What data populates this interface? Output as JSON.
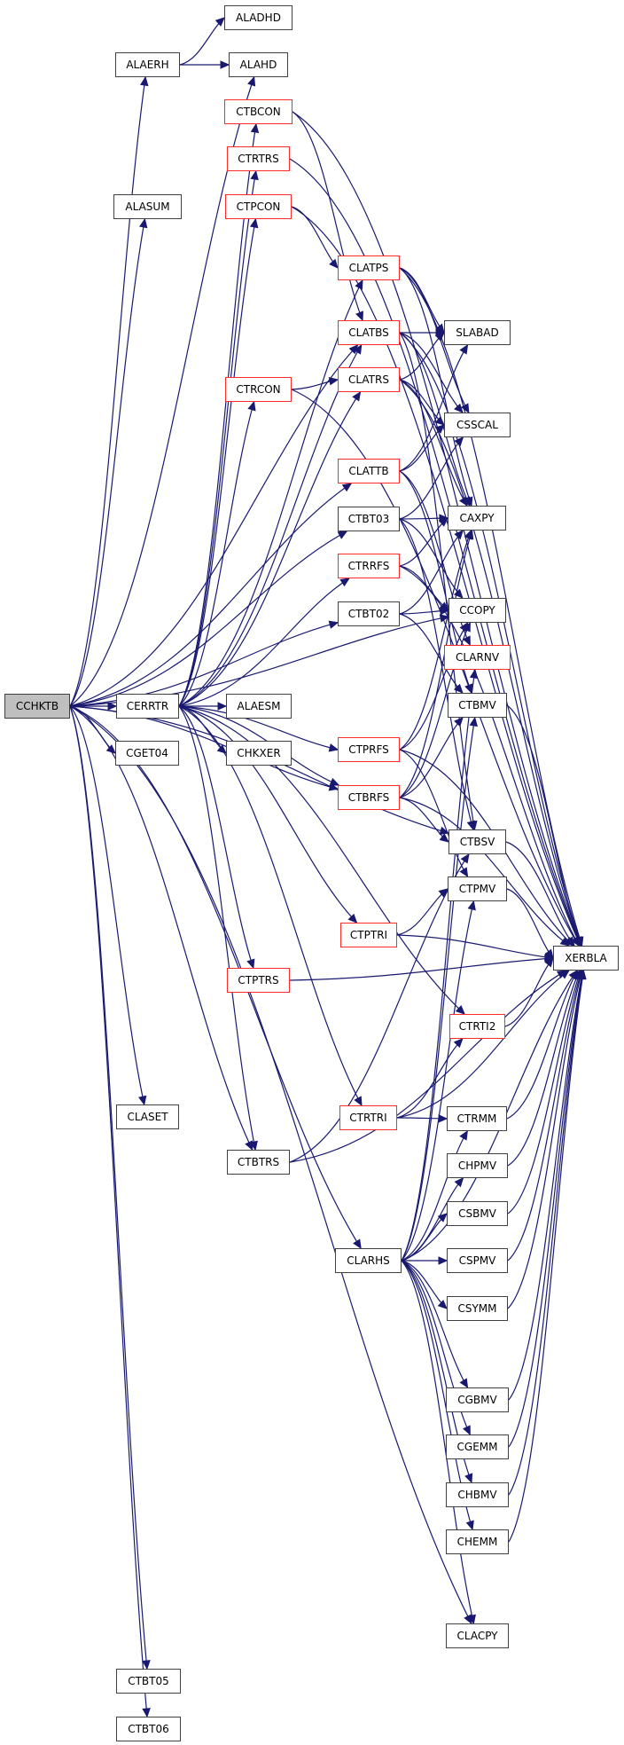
{
  "graph": {
    "title": "CCHKTB call graph",
    "root": "CCHKTB",
    "colors": {
      "edge": "#191970",
      "root_fill": "#bfbfbf",
      "node_border": "#404040",
      "linked_border": "#ff2a2a"
    },
    "nodes": [
      {
        "id": "CCHKTB",
        "label": "CCHKTB",
        "style": "root"
      },
      {
        "id": "ALAERH",
        "label": "ALAERH",
        "style": "normal"
      },
      {
        "id": "ALADHD",
        "label": "ALADHD",
        "style": "normal"
      },
      {
        "id": "ALAHD",
        "label": "ALAHD",
        "style": "normal"
      },
      {
        "id": "CTBCON",
        "label": "CTBCON",
        "style": "red"
      },
      {
        "id": "CTRTRS",
        "label": "CTRTRS",
        "style": "red"
      },
      {
        "id": "ALASUM",
        "label": "ALASUM",
        "style": "normal"
      },
      {
        "id": "CTPCON",
        "label": "CTPCON",
        "style": "red"
      },
      {
        "id": "CLATPS",
        "label": "CLATPS",
        "style": "red"
      },
      {
        "id": "CLATBS",
        "label": "CLATBS",
        "style": "red"
      },
      {
        "id": "SLABAD",
        "label": "SLABAD",
        "style": "normal"
      },
      {
        "id": "CLATRS",
        "label": "CLATRS",
        "style": "red"
      },
      {
        "id": "CTRCON",
        "label": "CTRCON",
        "style": "red"
      },
      {
        "id": "CSSCAL",
        "label": "CSSCAL",
        "style": "normal"
      },
      {
        "id": "CLATTB",
        "label": "CLATTB",
        "style": "red"
      },
      {
        "id": "CTBT03",
        "label": "CTBT03",
        "style": "normal"
      },
      {
        "id": "CAXPY",
        "label": "CAXPY",
        "style": "normal"
      },
      {
        "id": "CTRRFS",
        "label": "CTRRFS",
        "style": "red"
      },
      {
        "id": "CTBT02",
        "label": "CTBT02",
        "style": "normal"
      },
      {
        "id": "CCOPY",
        "label": "CCOPY",
        "style": "normal"
      },
      {
        "id": "CLARNV",
        "label": "CLARNV",
        "style": "red"
      },
      {
        "id": "CERRTR",
        "label": "CERRTR",
        "style": "normal"
      },
      {
        "id": "ALAESM",
        "label": "ALAESM",
        "style": "normal"
      },
      {
        "id": "CTBMV",
        "label": "CTBMV",
        "style": "normal"
      },
      {
        "id": "CGET04",
        "label": "CGET04",
        "style": "normal"
      },
      {
        "id": "CHKXER",
        "label": "CHKXER",
        "style": "normal"
      },
      {
        "id": "CTPRFS",
        "label": "CTPRFS",
        "style": "red"
      },
      {
        "id": "CTBRFS",
        "label": "CTBRFS",
        "style": "red"
      },
      {
        "id": "CTBSV",
        "label": "CTBSV",
        "style": "normal"
      },
      {
        "id": "CTPMV",
        "label": "CTPMV",
        "style": "normal"
      },
      {
        "id": "CTPTRI",
        "label": "CTPTRI",
        "style": "red"
      },
      {
        "id": "XERBLA",
        "label": "XERBLA",
        "style": "normal"
      },
      {
        "id": "CTPTRS",
        "label": "CTPTRS",
        "style": "red"
      },
      {
        "id": "CTRTI2",
        "label": "CTRTI2",
        "style": "red"
      },
      {
        "id": "CLASET",
        "label": "CLASET",
        "style": "normal"
      },
      {
        "id": "CTRTRI",
        "label": "CTRTRI",
        "style": "red"
      },
      {
        "id": "CTRMM",
        "label": "CTRMM",
        "style": "normal"
      },
      {
        "id": "CTBTRS",
        "label": "CTBTRS",
        "style": "normal"
      },
      {
        "id": "CHPMV",
        "label": "CHPMV",
        "style": "normal"
      },
      {
        "id": "CSBMV",
        "label": "CSBMV",
        "style": "normal"
      },
      {
        "id": "CLARHS",
        "label": "CLARHS",
        "style": "normal"
      },
      {
        "id": "CSPMV",
        "label": "CSPMV",
        "style": "normal"
      },
      {
        "id": "CSYMM",
        "label": "CSYMM",
        "style": "normal"
      },
      {
        "id": "CGBMV",
        "label": "CGBMV",
        "style": "normal"
      },
      {
        "id": "CGEMM",
        "label": "CGEMM",
        "style": "normal"
      },
      {
        "id": "CHBMV",
        "label": "CHBMV",
        "style": "normal"
      },
      {
        "id": "CHEMM",
        "label": "CHEMM",
        "style": "normal"
      },
      {
        "id": "CLACPY",
        "label": "CLACPY",
        "style": "normal"
      },
      {
        "id": "CTBT05",
        "label": "CTBT05",
        "style": "normal"
      },
      {
        "id": "CTBT06",
        "label": "CTBT06",
        "style": "normal"
      }
    ],
    "edges": [
      [
        "CCHKTB",
        "ALAERH"
      ],
      [
        "CCHKTB",
        "ALAHD"
      ],
      [
        "CCHKTB",
        "ALASUM"
      ],
      [
        "CCHKTB",
        "CERRTR"
      ],
      [
        "CCHKTB",
        "CGET04"
      ],
      [
        "CCHKTB",
        "CLATBS"
      ],
      [
        "CCHKTB",
        "CLATTB"
      ],
      [
        "CCHKTB",
        "CTBT03"
      ],
      [
        "CCHKTB",
        "CTBT02"
      ],
      [
        "CCHKTB",
        "CCOPY"
      ],
      [
        "CCHKTB",
        "CTBRFS"
      ],
      [
        "CCHKTB",
        "CTBSV"
      ],
      [
        "CCHKTB",
        "CLASET"
      ],
      [
        "CCHKTB",
        "CTBTRS"
      ],
      [
        "CCHKTB",
        "CLARHS"
      ],
      [
        "CCHKTB",
        "CLACPY"
      ],
      [
        "CCHKTB",
        "CTBT05"
      ],
      [
        "CCHKTB",
        "CTBT06"
      ],
      [
        "ALAERH",
        "ALADHD"
      ],
      [
        "ALAERH",
        "ALAHD"
      ],
      [
        "CERRTR",
        "CTBCON"
      ],
      [
        "CERRTR",
        "CTRTRS"
      ],
      [
        "CERRTR",
        "CTPCON"
      ],
      [
        "CERRTR",
        "CLATPS"
      ],
      [
        "CERRTR",
        "CLATBS"
      ],
      [
        "CERRTR",
        "CLATRS"
      ],
      [
        "CERRTR",
        "CTRCON"
      ],
      [
        "CERRTR",
        "CTRRFS"
      ],
      [
        "CERRTR",
        "ALAESM"
      ],
      [
        "CERRTR",
        "CHKXER"
      ],
      [
        "CERRTR",
        "CTPRFS"
      ],
      [
        "CERRTR",
        "CTBRFS"
      ],
      [
        "CERRTR",
        "CTPTRI"
      ],
      [
        "CERRTR",
        "CTPTRS"
      ],
      [
        "CERRTR",
        "CTRTI2"
      ],
      [
        "CERRTR",
        "CTRTRI"
      ],
      [
        "CERRTR",
        "CTBTRS"
      ],
      [
        "CTBCON",
        "CLATBS"
      ],
      [
        "CTBCON",
        "XERBLA"
      ],
      [
        "CTRTRS",
        "XERBLA"
      ],
      [
        "CTPCON",
        "CLATPS"
      ],
      [
        "CTPCON",
        "XERBLA"
      ],
      [
        "CTRCON",
        "CLATRS"
      ],
      [
        "CTRCON",
        "XERBLA"
      ],
      [
        "CLATPS",
        "SLABAD"
      ],
      [
        "CLATPS",
        "CSSCAL"
      ],
      [
        "CLATPS",
        "CAXPY"
      ],
      [
        "CLATPS",
        "XERBLA"
      ],
      [
        "CLATBS",
        "SLABAD"
      ],
      [
        "CLATBS",
        "CSSCAL"
      ],
      [
        "CLATBS",
        "CAXPY"
      ],
      [
        "CLATBS",
        "CTBSV"
      ],
      [
        "CLATBS",
        "XERBLA"
      ],
      [
        "CLATRS",
        "SLABAD"
      ],
      [
        "CLATRS",
        "CSSCAL"
      ],
      [
        "CLATRS",
        "CAXPY"
      ],
      [
        "CLATRS",
        "XERBLA"
      ],
      [
        "CLATTB",
        "SLABAD"
      ],
      [
        "CLATTB",
        "CSSCAL"
      ],
      [
        "CLATTB",
        "CLARNV"
      ],
      [
        "CLATTB",
        "CTBMV"
      ],
      [
        "CTBT03",
        "CAXPY"
      ],
      [
        "CTBT03",
        "CSSCAL"
      ],
      [
        "CTBT03",
        "CCOPY"
      ],
      [
        "CTBT03",
        "CTBSV"
      ],
      [
        "CTRRFS",
        "CAXPY"
      ],
      [
        "CTRRFS",
        "CCOPY"
      ],
      [
        "CTRRFS",
        "XERBLA"
      ],
      [
        "CTBT02",
        "CAXPY"
      ],
      [
        "CTBT02",
        "CCOPY"
      ],
      [
        "CTBT02",
        "CTBMV"
      ],
      [
        "CTPRFS",
        "CAXPY"
      ],
      [
        "CTPRFS",
        "CCOPY"
      ],
      [
        "CTPRFS",
        "CTPMV"
      ],
      [
        "CTPRFS",
        "XERBLA"
      ],
      [
        "CTBRFS",
        "CAXPY"
      ],
      [
        "CTBRFS",
        "CCOPY"
      ],
      [
        "CTBRFS",
        "CTBMV"
      ],
      [
        "CTBRFS",
        "CTBSV"
      ],
      [
        "CTBRFS",
        "XERBLA"
      ],
      [
        "CTBMV",
        "XERBLA"
      ],
      [
        "CTBSV",
        "XERBLA"
      ],
      [
        "CTPMV",
        "XERBLA"
      ],
      [
        "CTPTRI",
        "CTPMV"
      ],
      [
        "CTPTRI",
        "XERBLA"
      ],
      [
        "CTPTRS",
        "XERBLA"
      ],
      [
        "CTRTI2",
        "XERBLA"
      ],
      [
        "CTRTRI",
        "CTRTI2"
      ],
      [
        "CTRTRI",
        "CTRMM"
      ],
      [
        "CTRTRI",
        "XERBLA"
      ],
      [
        "CTBTRS",
        "CTBSV"
      ],
      [
        "CTBTRS",
        "XERBLA"
      ],
      [
        "CLARHS",
        "CTBMV"
      ],
      [
        "CLARHS",
        "CTPMV"
      ],
      [
        "CLARHS",
        "CTRMM"
      ],
      [
        "CLARHS",
        "CHPMV"
      ],
      [
        "CLARHS",
        "CSBMV"
      ],
      [
        "CLARHS",
        "CSPMV"
      ],
      [
        "CLARHS",
        "CSYMM"
      ],
      [
        "CLARHS",
        "CGBMV"
      ],
      [
        "CLARHS",
        "CGEMM"
      ],
      [
        "CLARHS",
        "CHBMV"
      ],
      [
        "CLARHS",
        "CHEMM"
      ],
      [
        "CLARHS",
        "CLACPY"
      ],
      [
        "CLARHS",
        "CLARNV"
      ],
      [
        "CLARHS",
        "XERBLA"
      ],
      [
        "CTRMM",
        "XERBLA"
      ],
      [
        "CHPMV",
        "XERBLA"
      ],
      [
        "CSBMV",
        "XERBLA"
      ],
      [
        "CSPMV",
        "XERBLA"
      ],
      [
        "CSYMM",
        "XERBLA"
      ],
      [
        "CGBMV",
        "XERBLA"
      ],
      [
        "CGEMM",
        "XERBLA"
      ],
      [
        "CHBMV",
        "XERBLA"
      ],
      [
        "CHEMM",
        "XERBLA"
      ]
    ]
  }
}
